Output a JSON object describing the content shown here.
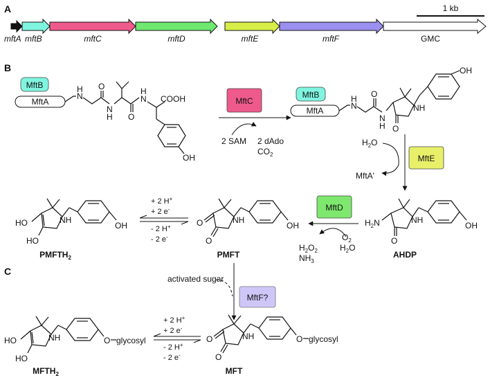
{
  "panels": {
    "a": "A",
    "b": "B",
    "c": "C"
  },
  "scale_bar": {
    "label": "1 kb"
  },
  "genes": [
    {
      "name": "mftA",
      "color": "#111111"
    },
    {
      "name": "mftB",
      "color": "#7ff5e0"
    },
    {
      "name": "mftC",
      "color": "#ef5a8c"
    },
    {
      "name": "mftD",
      "color": "#6ee86e"
    },
    {
      "name": "mftE",
      "color": "#d8ee48"
    },
    {
      "name": "mftF",
      "color": "#9b8ff0"
    },
    {
      "name": "GMC",
      "color": "#ffffff"
    }
  ],
  "enzymes": {
    "mftb": {
      "label": "MftB",
      "color": "#7ff5e0"
    },
    "mfta": {
      "label": "MftA"
    },
    "mftc": {
      "label": "MftC",
      "color": "#ef5a8c"
    },
    "mfte": {
      "label": "MftE",
      "color": "#e8f06a"
    },
    "mftd": {
      "label": "MftD",
      "color": "#7ee86e"
    },
    "mftf": {
      "label": "MftF?",
      "color": "#cfc6f8"
    }
  },
  "reagents": {
    "sam": "2 SAM",
    "dado": "2 dAdo",
    "co2": "CO",
    "co2_sub": "2",
    "h2o": "H",
    "h2o_sub": "2",
    "h2o_o": "O",
    "mfta_prime": "MftA'",
    "o2": "O",
    "o2_sub": "2",
    "h2o_b": "H",
    "h2o_b_sub": "2",
    "h2o_b_o": "O",
    "h2o2_h": "H",
    "h2o2_sub1": "2",
    "h2o2_o": "O",
    "h2o2_sub2": "2",
    "nh3": "NH",
    "nh3_sub": "3",
    "activated_sugar": "activated sugar"
  },
  "redox": {
    "plus_h": "+ 2 H",
    "plus_h_sup": "+",
    "plus_e": "+ 2 e",
    "plus_e_sup": "-",
    "minus_h": "- 2 H",
    "minus_h_sup": "+",
    "minus_e": "- 2 e",
    "minus_e_sup": "-"
  },
  "compounds": {
    "pmfth2": "PMFTH",
    "pmfth2_sub": "2",
    "pmft": "PMFT",
    "ahdp": "AHDP",
    "mfth2": "MFTH",
    "mfth2_sub": "2",
    "mft": "MFT"
  },
  "atoms": {
    "cooh": "COOH",
    "oh": "OH",
    "o": "O",
    "n": "N",
    "h": "H",
    "nh": "NH",
    "h2n": "H",
    "h2n_sub": "2",
    "h2n_n": "N",
    "ho": "HO",
    "glycosyl": "glycosyl"
  }
}
